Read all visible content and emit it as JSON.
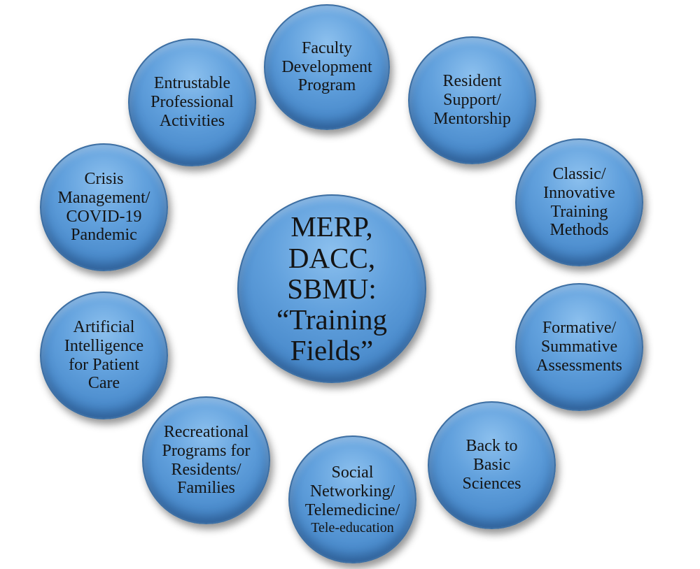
{
  "center": {
    "lines": [
      "MERP,",
      "DACC,",
      "SBMU:",
      "“Training",
      "Fields”"
    ]
  },
  "fields": {
    "faculty": [
      "Faculty",
      "Development",
      "Program"
    ],
    "resident": [
      "Resident",
      "Support/",
      "Mentorship"
    ],
    "classic": [
      "Classic/",
      "Innovative",
      "Training",
      "Methods"
    ],
    "formative": [
      "Formative/",
      "Summative",
      "Assessments"
    ],
    "basic": [
      "Back to",
      "Basic",
      "Sciences"
    ],
    "social": [
      "Social",
      "Networking/",
      "Telemedicine/",
      "Tele-education"
    ],
    "recreational": [
      "Recreational",
      "Programs for",
      "Residents/",
      "Families"
    ],
    "ai": [
      "Artificial",
      "Intelligence",
      "for Patient",
      "Care"
    ],
    "crisis": [
      "Crisis",
      "Management/",
      "COVID-19",
      "Pandemic"
    ],
    "entrustable": [
      "Entrustable",
      "Professional",
      "Activities"
    ]
  },
  "colors": {
    "circle_fill": "#5b9bd5",
    "circle_border": "#3d6fa3",
    "text": "#141414",
    "background": "#ffffff"
  }
}
